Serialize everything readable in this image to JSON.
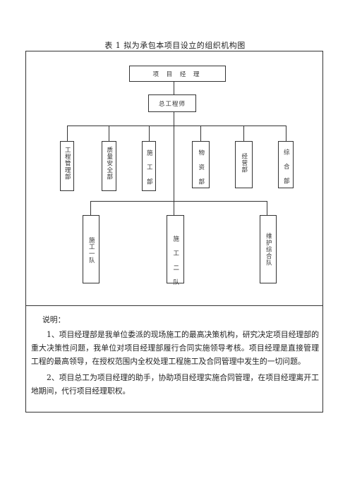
{
  "caption": "表 1    拟为承包本项目设立的组织机构图",
  "org": {
    "top": "项 目 经 理",
    "chief": "总工程师",
    "departments": [
      "工程管理部",
      "质量安全部",
      "施 工 部",
      "物 资 部",
      "经营部",
      "综 合 部"
    ],
    "teams": [
      "施工一队",
      "施 工 二 队",
      "维护综合队"
    ]
  },
  "notes": {
    "title": "说明：",
    "paragraphs": [
      "1、项目经理部是我单位委派的现场施工的最高决策机构，研究决定项目经理部的重大决策性问题，我单位对项目经理部履行合同实施领导考核。项目经理是直接管理工程的最高领导，在授权范围内全权处理工程施工及合同管理中发生的一切问题。",
      "2、项目总工为项目经理的助手，协助项目经理实施合同管理，在项目经理离开工地期间，代行项目经理职权。"
    ]
  }
}
